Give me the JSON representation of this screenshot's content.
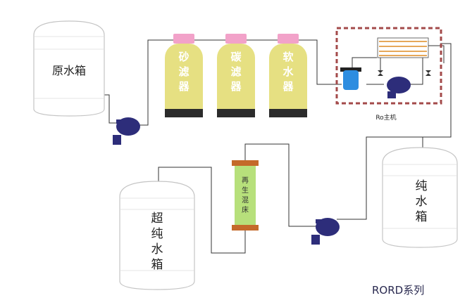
{
  "labels": {
    "raw_tank": "原水箱",
    "sand_filter": "砂滤器",
    "carbon_filter": "碳滤器",
    "softener": "软水器",
    "ro_unit": "Ro主机",
    "pure_tank": "纯水箱",
    "mixed_bed": "再生混床",
    "ultra_tank": "超纯水箱",
    "series": "RORD系列"
  },
  "colors": {
    "filter_body": "#e6e082",
    "filter_cap": "#f2a2c9",
    "filter_base": "#2b2b2b",
    "pump": "#2d2d7a",
    "ro_border": "#a34a4a",
    "cartridge": "#2d8de0",
    "resin": "#b7e07b",
    "resin_cap": "#c46a2a"
  }
}
